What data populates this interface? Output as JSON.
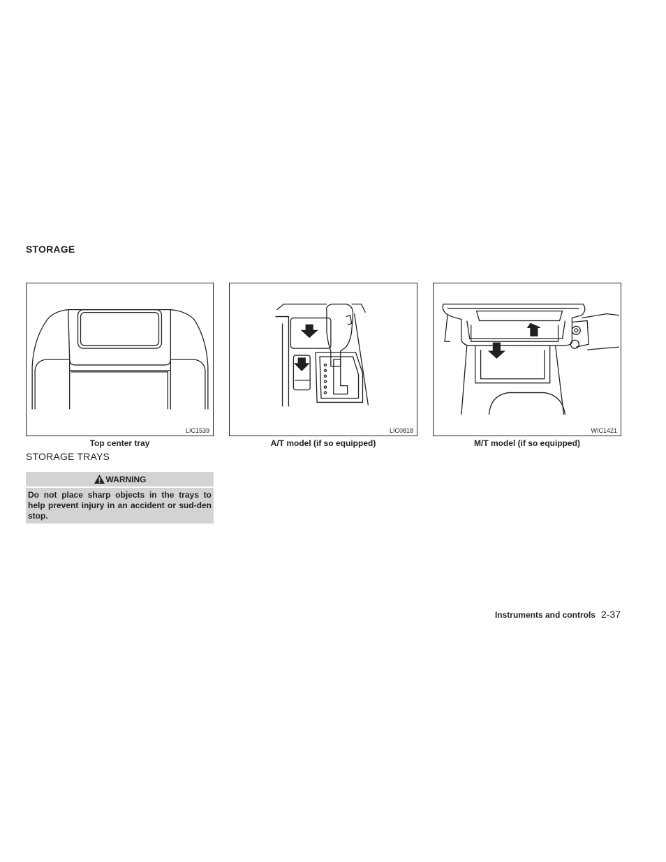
{
  "section_title": "STORAGE",
  "figures": [
    {
      "code": "LIC1539",
      "caption": "Top center tray",
      "illustration": "top-center-tray-illustration"
    },
    {
      "code": "LIC0818",
      "caption": "A/T model (if so equipped)",
      "illustration": "at-model-tray-illustration"
    },
    {
      "code": "WIC1421",
      "caption": "M/T model (if so equipped)",
      "illustration": "mt-model-tray-illustration"
    }
  ],
  "subheading": "STORAGE TRAYS",
  "warning": {
    "icon": "warning-triangle-icon",
    "title": "WARNING",
    "text": "Do not place sharp objects in the trays to help prevent injury in an accident or sud-den stop."
  },
  "footer": {
    "chapter": "Instruments and controls",
    "page": "2-37"
  }
}
